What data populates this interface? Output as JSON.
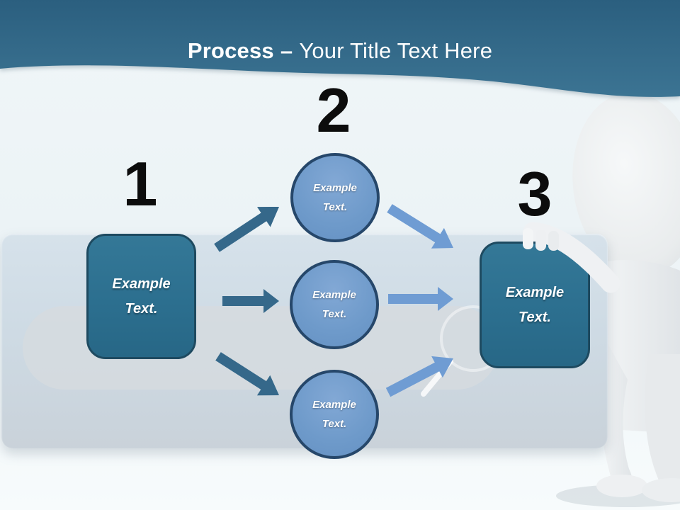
{
  "title": {
    "bold": "Process",
    "dash": "–",
    "rest": "Your Title Text Here"
  },
  "numbers": {
    "one": "1",
    "two": "2",
    "three": "3"
  },
  "nodes": {
    "left_box": {
      "line1": "Example",
      "line2": "Text."
    },
    "circle_top": {
      "line1": "Example",
      "line2": "Text."
    },
    "circle_middle": {
      "line1": "Example",
      "line2": "Text."
    },
    "circle_bottom": {
      "line1": "Example",
      "line2": "Text."
    },
    "right_box": {
      "line1": "Example",
      "line2": "Text."
    }
  },
  "colors": {
    "header_blue": "#336a8a",
    "node_teal_fill": "#2d7090",
    "node_teal_border": "#1e4a60",
    "circle_blue_fill": "#6f9bca",
    "circle_blue_border": "#26476a",
    "arrow_dark": "#35688a",
    "arrow_light": "#6f9cd3",
    "number_black": "#0c0c0c",
    "panel_blue": "#cdd9e3",
    "title_white": "#ffffff"
  }
}
